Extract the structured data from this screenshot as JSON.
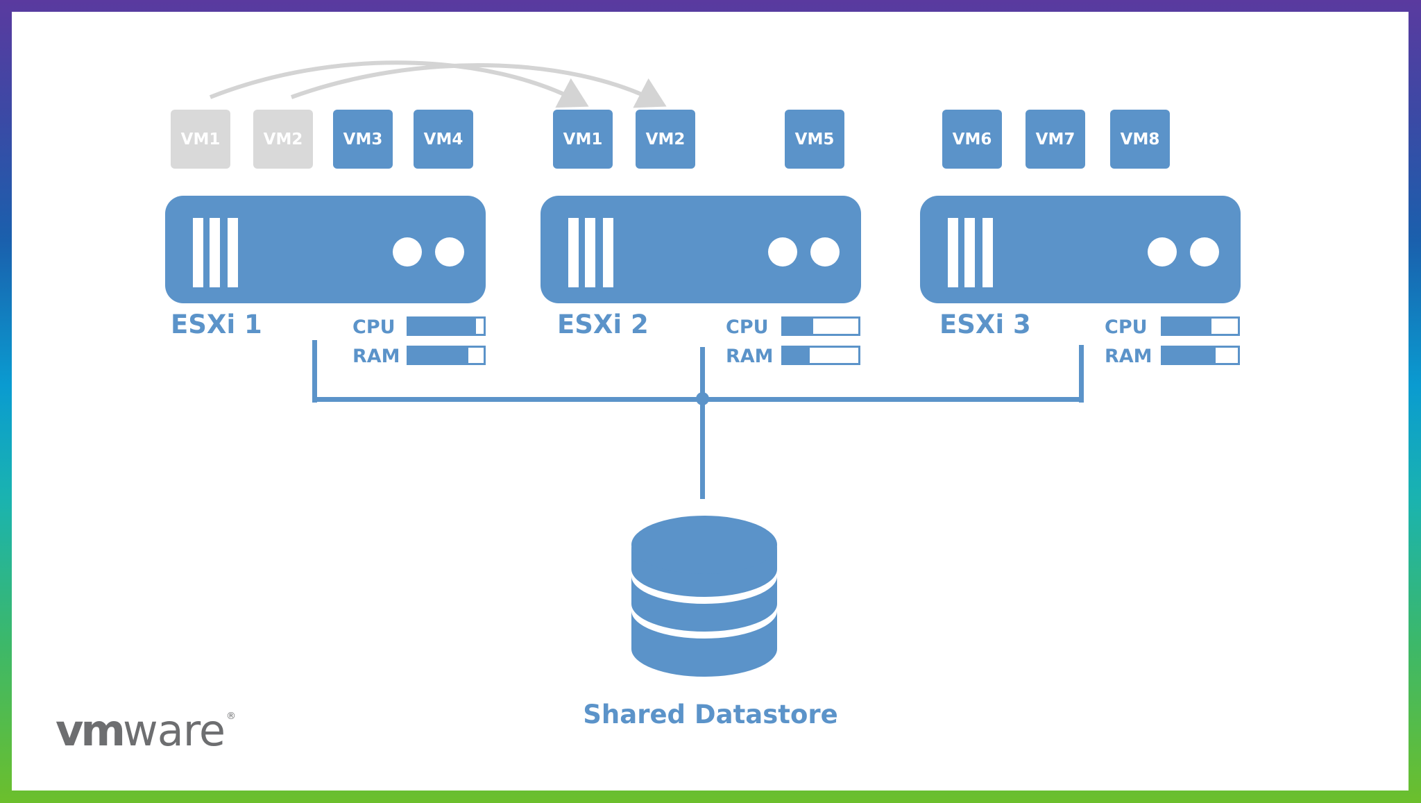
{
  "colors": {
    "accent": "#5b93c9",
    "ghost": "#d9d9d9",
    "migration_arrow": "#d4d4d4",
    "logo": "#6d6e70"
  },
  "hosts": [
    {
      "name": "ESXi 1",
      "cpu_label": "CPU",
      "ram_label": "RAM",
      "cpu_percent": 90,
      "ram_percent": 80,
      "vms": [
        {
          "label": "VM1",
          "state": "migrating-away"
        },
        {
          "label": "VM2",
          "state": "migrating-away"
        },
        {
          "label": "VM3",
          "state": "active"
        },
        {
          "label": "VM4",
          "state": "active"
        }
      ]
    },
    {
      "name": "ESXi 2",
      "cpu_label": "CPU",
      "ram_label": "RAM",
      "cpu_percent": 40,
      "ram_percent": 35,
      "vms": [
        {
          "label": "VM1",
          "state": "active"
        },
        {
          "label": "VM2",
          "state": "active"
        },
        {
          "label": "VM5",
          "state": "active"
        }
      ]
    },
    {
      "name": "ESXi 3",
      "cpu_label": "CPU",
      "ram_label": "RAM",
      "cpu_percent": 65,
      "ram_percent": 70,
      "vms": [
        {
          "label": "VM6",
          "state": "active"
        },
        {
          "label": "VM7",
          "state": "active"
        },
        {
          "label": "VM8",
          "state": "active"
        }
      ]
    }
  ],
  "migrations": [
    {
      "from": "ESXi 1 / VM1",
      "to": "ESXi 2 / VM1"
    },
    {
      "from": "ESXi 1 / VM2",
      "to": "ESXi 2 / VM2"
    }
  ],
  "datastore": {
    "label": "Shared Datastore",
    "icon": "database-icon"
  },
  "logo": {
    "bold": "vm",
    "light": "ware",
    "mark": "®"
  }
}
